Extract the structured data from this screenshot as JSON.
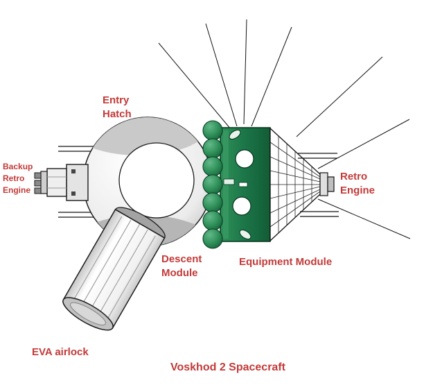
{
  "title": "Voskhod 2 Spacecraft",
  "labels": {
    "entry_hatch": "Entry\nHatch",
    "backup_retro_engine": "Backup\nRetro\nEngine",
    "retro_engine": "Retro\nEngine",
    "descent_module": "Descent\nModule",
    "equipment_module": "Equipment Module",
    "eva_airlock": "EVA airlock"
  },
  "colors": {
    "label_text": "#c23a38",
    "equipment_green": "#1b7547",
    "sphere_gray": "#c9c9c9",
    "background": "#ffffff"
  }
}
